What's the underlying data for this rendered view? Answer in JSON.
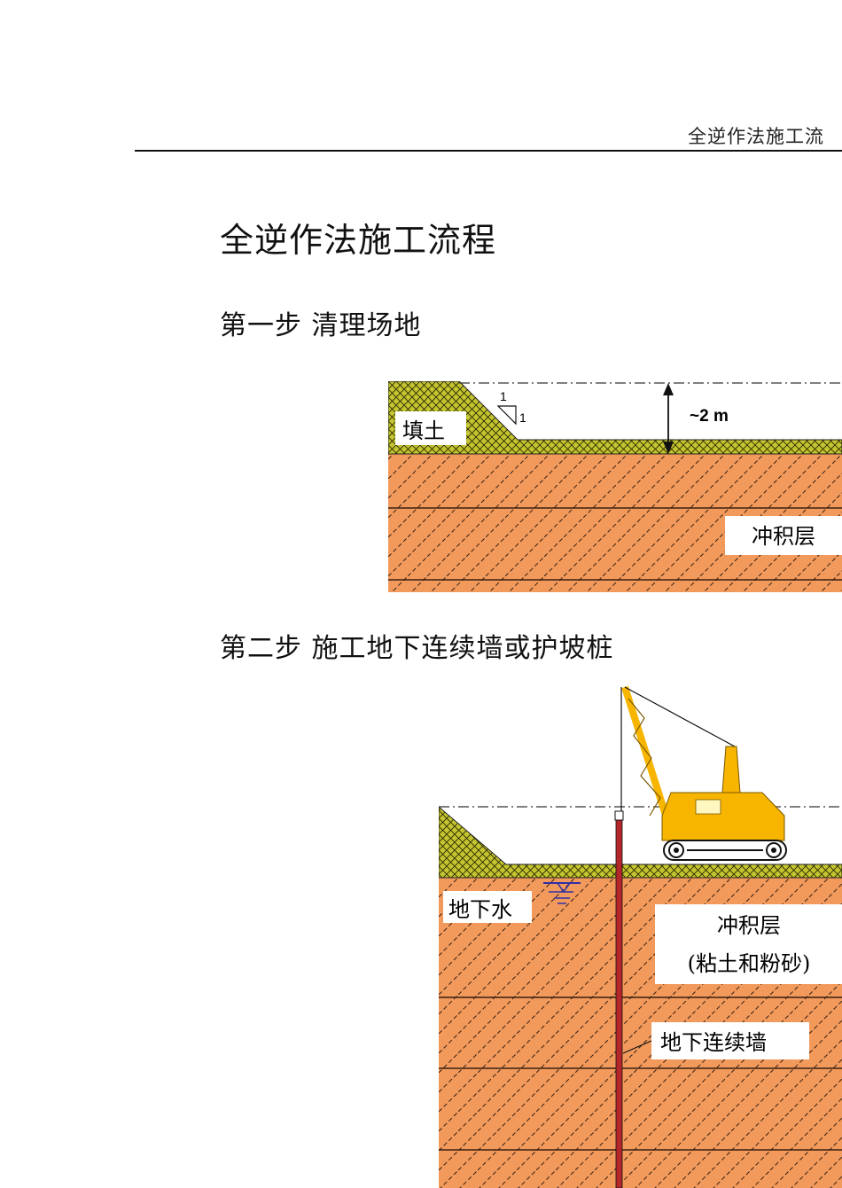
{
  "header": {
    "running_title": "全逆作法施工流"
  },
  "document": {
    "title": "全逆作法施工流程",
    "steps": [
      {
        "heading": "第一步  清理场地",
        "figure": {
          "fill_label": "填土",
          "slope_rise": "1",
          "slope_run": "1",
          "depth_label": "~2 m",
          "layer_label": "冲积层"
        }
      },
      {
        "heading": "第二步  施工地下连续墙或护坡桩",
        "figure": {
          "groundwater_label": "地下水",
          "layer_label": "冲积层",
          "layer_sublabel": "(粘土和粉砂)",
          "wall_label": "地下连续墙"
        }
      }
    ]
  },
  "colors": {
    "soil": "#f29a5c",
    "fill": "#c4c430",
    "crane": "#f7b500",
    "wall": "#b3262a",
    "water": "#3030aa"
  }
}
